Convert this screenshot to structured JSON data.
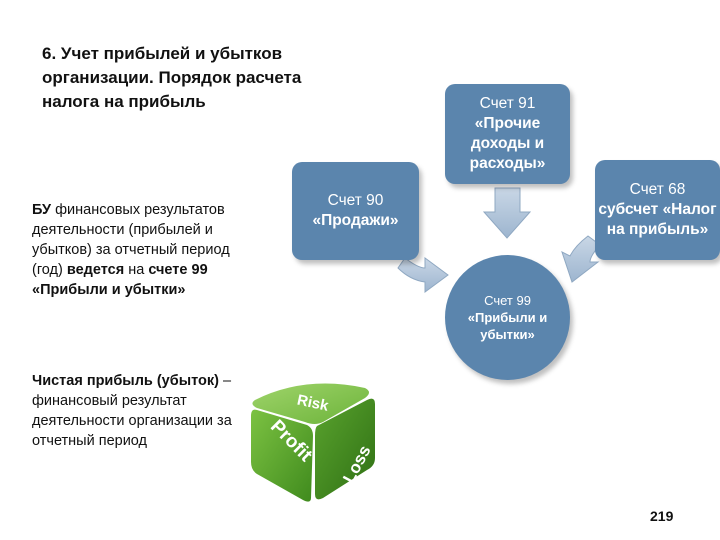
{
  "title": "6. Учет прибылей и убытков организации. Порядок расчета налога на прибыль",
  "paragraph1": {
    "p1": "БУ",
    "p2": " финансовых результатов деятельности (прибылей и убытков) за отчетный период (год) ",
    "p3": "ведется",
    "p4": " на ",
    "p5": "счете 99 «Прибыли и убытки»"
  },
  "paragraph2": {
    "p1": "Чистая прибыль (убыток)",
    "p2": " –финансовый результат деятельности организации за отчетный период"
  },
  "nodes": {
    "account90": {
      "line1": "Счет 90",
      "line2": "«Продажи»"
    },
    "account91": {
      "line1": "Счет 91",
      "line2": "«Прочие доходы и расходы»"
    },
    "account68": {
      "line1": "Счет 68",
      "line2": "субсчет «Налог на прибыль»"
    },
    "account99": {
      "line1": "Счет 99",
      "line2": "«Прибыли и убытки»"
    }
  },
  "dice_words": {
    "top": "Risk",
    "left": "Profit",
    "right": "Loss"
  },
  "page_number": "219",
  "colors": {
    "node_fill": "#5b85ad",
    "arrow_fill": "#a8bfd6",
    "dice_green": "#5aa32e"
  }
}
